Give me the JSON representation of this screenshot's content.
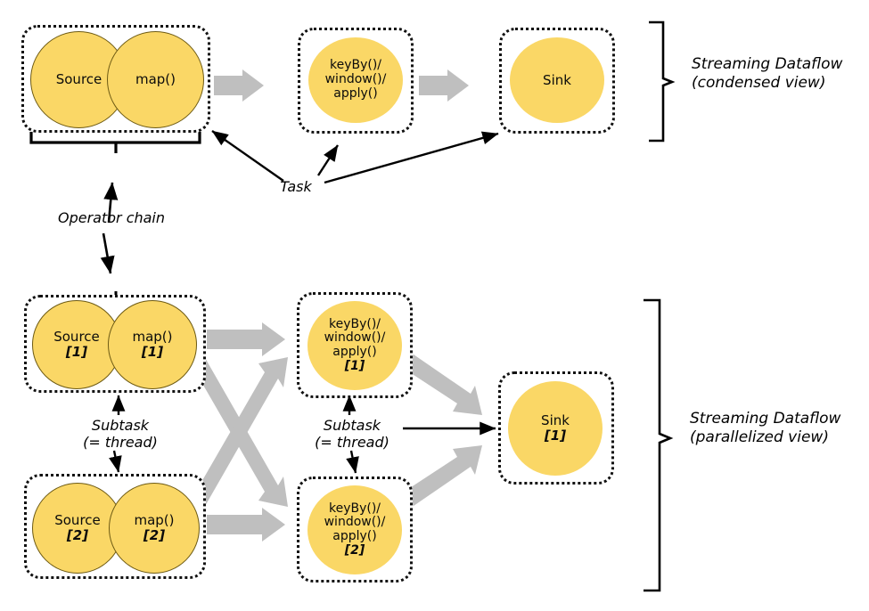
{
  "diagram": {
    "title_hidden": "",
    "colors": {
      "node_fill": "#FAD766",
      "node_stroke": "#6d5a13",
      "box_border": "#111111",
      "flow_arrow": "#BFBFBF",
      "annotation": "#000000",
      "background": "#ffffff"
    },
    "condensed": {
      "label": "Streaming Dataflow\n(condensed view)",
      "nodes": [
        {
          "id": "source",
          "label": "Source",
          "index": ""
        },
        {
          "id": "map",
          "label": "map()",
          "index": ""
        },
        {
          "id": "keyby",
          "label": "keyBy()/\nwindow()/\napply()",
          "index": ""
        },
        {
          "id": "sink",
          "label": "Sink",
          "index": ""
        }
      ]
    },
    "parallel": {
      "label": "Streaming Dataflow\n(parallelized view)",
      "nodes": [
        {
          "id": "source1",
          "label": "Source",
          "index": "[1]"
        },
        {
          "id": "map1",
          "label": "map()",
          "index": "[1]"
        },
        {
          "id": "source2",
          "label": "Source",
          "index": "[2]"
        },
        {
          "id": "map2",
          "label": "map()",
          "index": "[2]"
        },
        {
          "id": "keyby1",
          "label": "keyBy()/\nwindow()/\napply()",
          "index": "[1]"
        },
        {
          "id": "keyby2",
          "label": "keyBy()/\nwindow()/\napply()",
          "index": "[2]"
        },
        {
          "id": "sink1",
          "label": "Sink",
          "index": "[1]"
        }
      ]
    },
    "annotations": {
      "operator_chain": "Operator chain",
      "task": "Task",
      "subtask_left": "Subtask\n(= thread)",
      "subtask_right": "Subtask\n(= thread)"
    }
  }
}
